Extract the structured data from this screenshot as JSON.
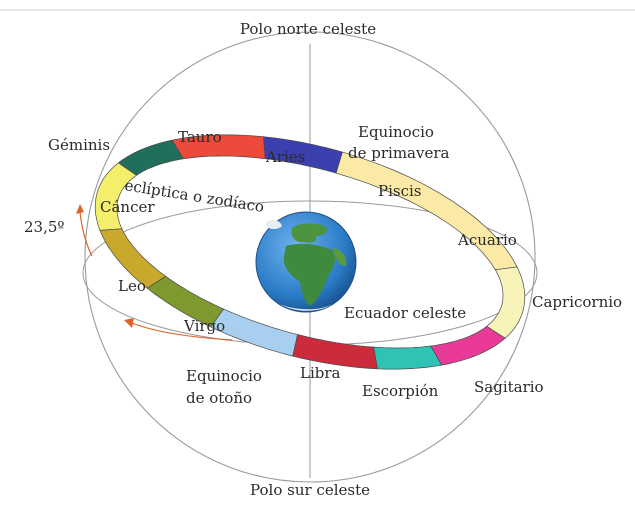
{
  "poles": {
    "north": "Polo norte celeste",
    "south": "Polo sur celeste"
  },
  "ecliptic_label": "eclíptica o zodíaco",
  "equator_label": "Ecuador celeste",
  "tilt": "23,5º",
  "equinox_spring": {
    "line1": "Equinocio",
    "line2": "de primavera"
  },
  "equinox_autumn": {
    "line1": "Equinocio",
    "line2": "de otoño"
  },
  "signs": [
    {
      "name": "Aries",
      "color": "#3b3fb0"
    },
    {
      "name": "Tauro",
      "color": "#ee4a3c"
    },
    {
      "name": "Géminis",
      "color": "#1f6f5c"
    },
    {
      "name": "Cáncer",
      "color": "#f3ef6a"
    },
    {
      "name": "Leo",
      "color": "#c9a92c"
    },
    {
      "name": "Virgo",
      "color": "#7e9a2e"
    },
    {
      "name": "Libra",
      "color": "#a9cff0"
    },
    {
      "name": "Escorpión",
      "color": "#cc2b3c"
    },
    {
      "name": "Sagitario",
      "color": "#30c3b5"
    },
    {
      "name": "Capricornio",
      "color": "#e83a96"
    },
    {
      "name": "Acuario",
      "color": "#f8f3b8"
    },
    {
      "name": "Piscis",
      "color": "#fbe9a6"
    }
  ],
  "colors": {
    "sphere_line": "#8a8a8a",
    "arrow": "#e0642a",
    "ocean": "#2a7cc7",
    "land": "#3f8a3c",
    "band_edge": "#4a4a4a"
  }
}
